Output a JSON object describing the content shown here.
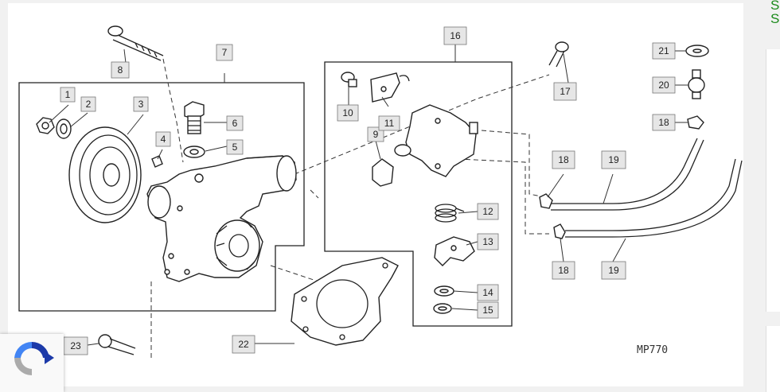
{
  "drawing_code": "MP770",
  "callouts": [
    {
      "id": "c1",
      "label": "1"
    },
    {
      "id": "c2",
      "label": "2"
    },
    {
      "id": "c3",
      "label": "3"
    },
    {
      "id": "c4",
      "label": "4"
    },
    {
      "id": "c5",
      "label": "5"
    },
    {
      "id": "c6",
      "label": "6"
    },
    {
      "id": "c7",
      "label": "7"
    },
    {
      "id": "c8",
      "label": "8"
    },
    {
      "id": "c9",
      "label": "9"
    },
    {
      "id": "c10",
      "label": "10"
    },
    {
      "id": "c11",
      "label": "11"
    },
    {
      "id": "c12",
      "label": "12"
    },
    {
      "id": "c13",
      "label": "13"
    },
    {
      "id": "c14",
      "label": "14"
    },
    {
      "id": "c15",
      "label": "15"
    },
    {
      "id": "c16",
      "label": "16"
    },
    {
      "id": "c17",
      "label": "17"
    },
    {
      "id": "c18a",
      "label": "18"
    },
    {
      "id": "c18b",
      "label": "18"
    },
    {
      "id": "c18c",
      "label": "18"
    },
    {
      "id": "c19a",
      "label": "19"
    },
    {
      "id": "c19b",
      "label": "19"
    },
    {
      "id": "c20",
      "label": "20"
    },
    {
      "id": "c21",
      "label": "21"
    },
    {
      "id": "c22",
      "label": "22"
    },
    {
      "id": "c23",
      "label": "23"
    }
  ],
  "sidebar_text": "S S"
}
